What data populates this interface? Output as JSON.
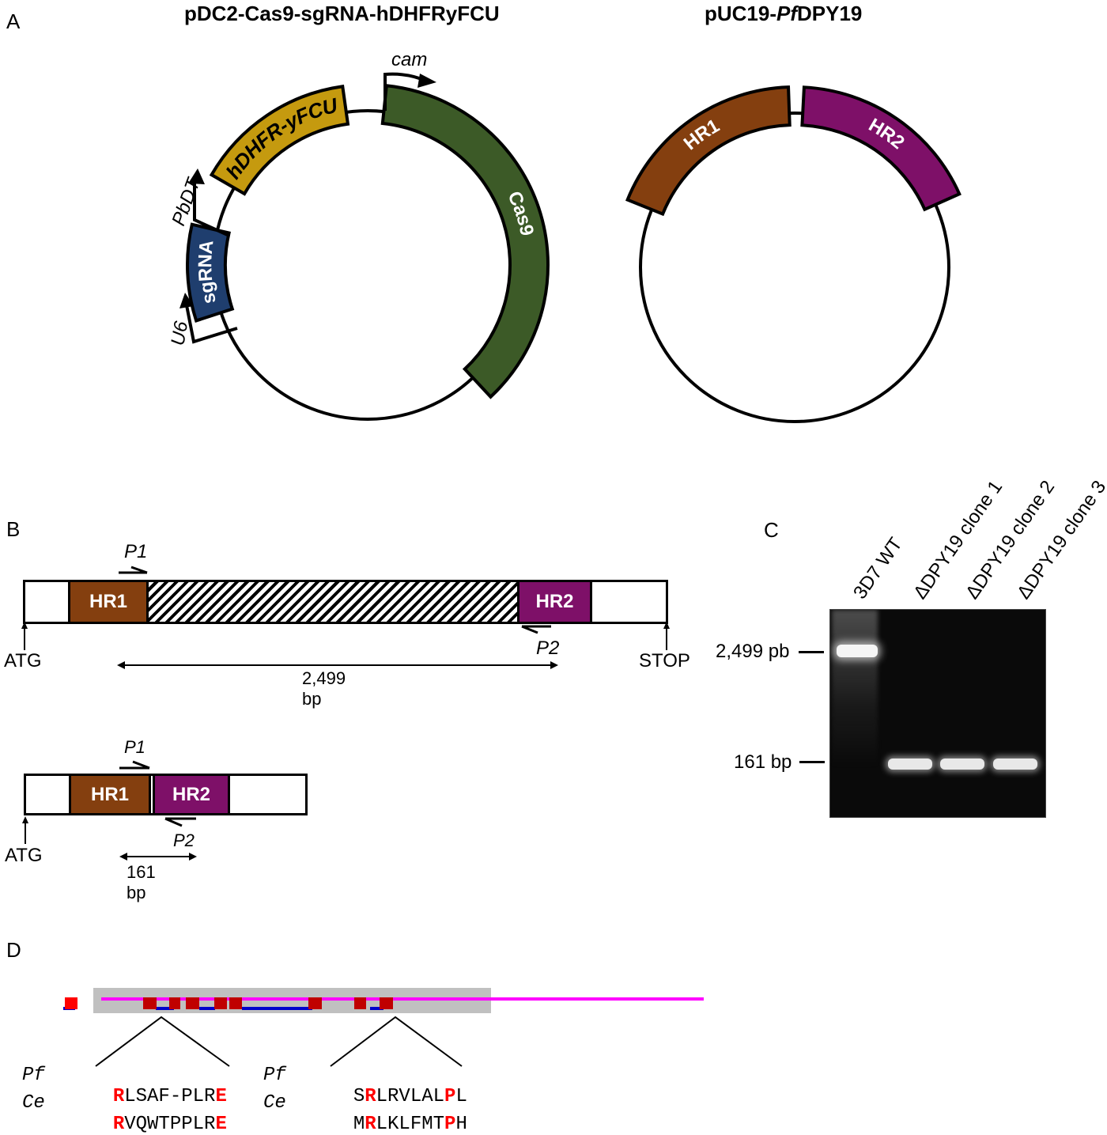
{
  "panels": {
    "A": {
      "letter": "A",
      "plasmid1": {
        "title": "pDC2-Cas9-sgRNA-hDHFRyFCU",
        "features": [
          {
            "name": "Cas9",
            "color": "#3c5a27",
            "label_color": "#ffffff",
            "italic": false
          },
          {
            "name": "hDHFR-yFCU",
            "color": "#c59a0f",
            "label_color": "#000000",
            "italic": true
          },
          {
            "name": "sgRNA",
            "color": "#1f3e6e",
            "label_color": "#ffffff",
            "italic": false
          }
        ],
        "promoters": [
          "cam",
          "PbDT",
          "U6"
        ]
      },
      "plasmid2": {
        "title_prefix": "pUC19-",
        "title_italic": "Pf",
        "title_suffix": "DPY19",
        "features": [
          {
            "name": "HR1",
            "color": "#843f0f",
            "label_color": "#ffffff"
          },
          {
            "name": "HR2",
            "color": "#7e1068",
            "label_color": "#ffffff"
          }
        ]
      }
    },
    "B": {
      "letter": "B",
      "wildtype": {
        "segments": [
          "HR1",
          "HR2"
        ],
        "primers": [
          "P1",
          "P2"
        ],
        "start_label": "ATG",
        "end_label": "STOP",
        "amplicon": "2,499 bp"
      },
      "knockout": {
        "segments": [
          "HR1",
          "HR2"
        ],
        "primers": [
          "P1",
          "P2"
        ],
        "start_label": "ATG",
        "amplicon": "161 bp"
      },
      "colors": {
        "hr1": "#843f0f",
        "hr2": "#7e1068"
      }
    },
    "C": {
      "letter": "C",
      "lanes": [
        "3D7 WT",
        "ΔDPY19 clone 1",
        "ΔDPY19 clone 2",
        "ΔDPY19 clone 3"
      ],
      "markers": [
        "2,499 pb",
        "161 bp"
      ],
      "bands": [
        {
          "lane": "3D7 WT",
          "size": "2,499 bp"
        },
        {
          "lane": "ΔDPY19 clone 1",
          "size": "161 bp"
        },
        {
          "lane": "ΔDPY19 clone 2",
          "size": "161 bp"
        },
        {
          "lane": "ΔDPY19 clone 3",
          "size": "161 bp"
        }
      ]
    },
    "D": {
      "letter": "D",
      "colors": {
        "membrane": "#c00000",
        "inside": "#0000cc",
        "outside": "#ff00ff",
        "domain": "#c0c0c0"
      },
      "alignment1": {
        "rows": [
          {
            "species": "Pf",
            "parts": [
              {
                "t": "R",
                "h": true
              },
              {
                "t": "LSAF-PLR",
                "h": false
              },
              {
                "t": "E",
                "h": true
              }
            ]
          },
          {
            "species": "Ce",
            "parts": [
              {
                "t": "R",
                "h": true
              },
              {
                "t": "VQWTPPLR",
                "h": false
              },
              {
                "t": "E",
                "h": true
              }
            ]
          }
        ]
      },
      "alignment2": {
        "rows": [
          {
            "species": "Pf",
            "parts": [
              {
                "t": "S",
                "h": false
              },
              {
                "t": "R",
                "h": true
              },
              {
                "t": "LRVLAL",
                "h": false
              },
              {
                "t": "P",
                "h": true
              },
              {
                "t": "L",
                "h": false
              }
            ]
          },
          {
            "species": "Ce",
            "parts": [
              {
                "t": "M",
                "h": false
              },
              {
                "t": "R",
                "h": true
              },
              {
                "t": "LKLFMT",
                "h": false
              },
              {
                "t": "P",
                "h": true
              },
              {
                "t": "H",
                "h": false
              }
            ]
          }
        ]
      }
    }
  }
}
